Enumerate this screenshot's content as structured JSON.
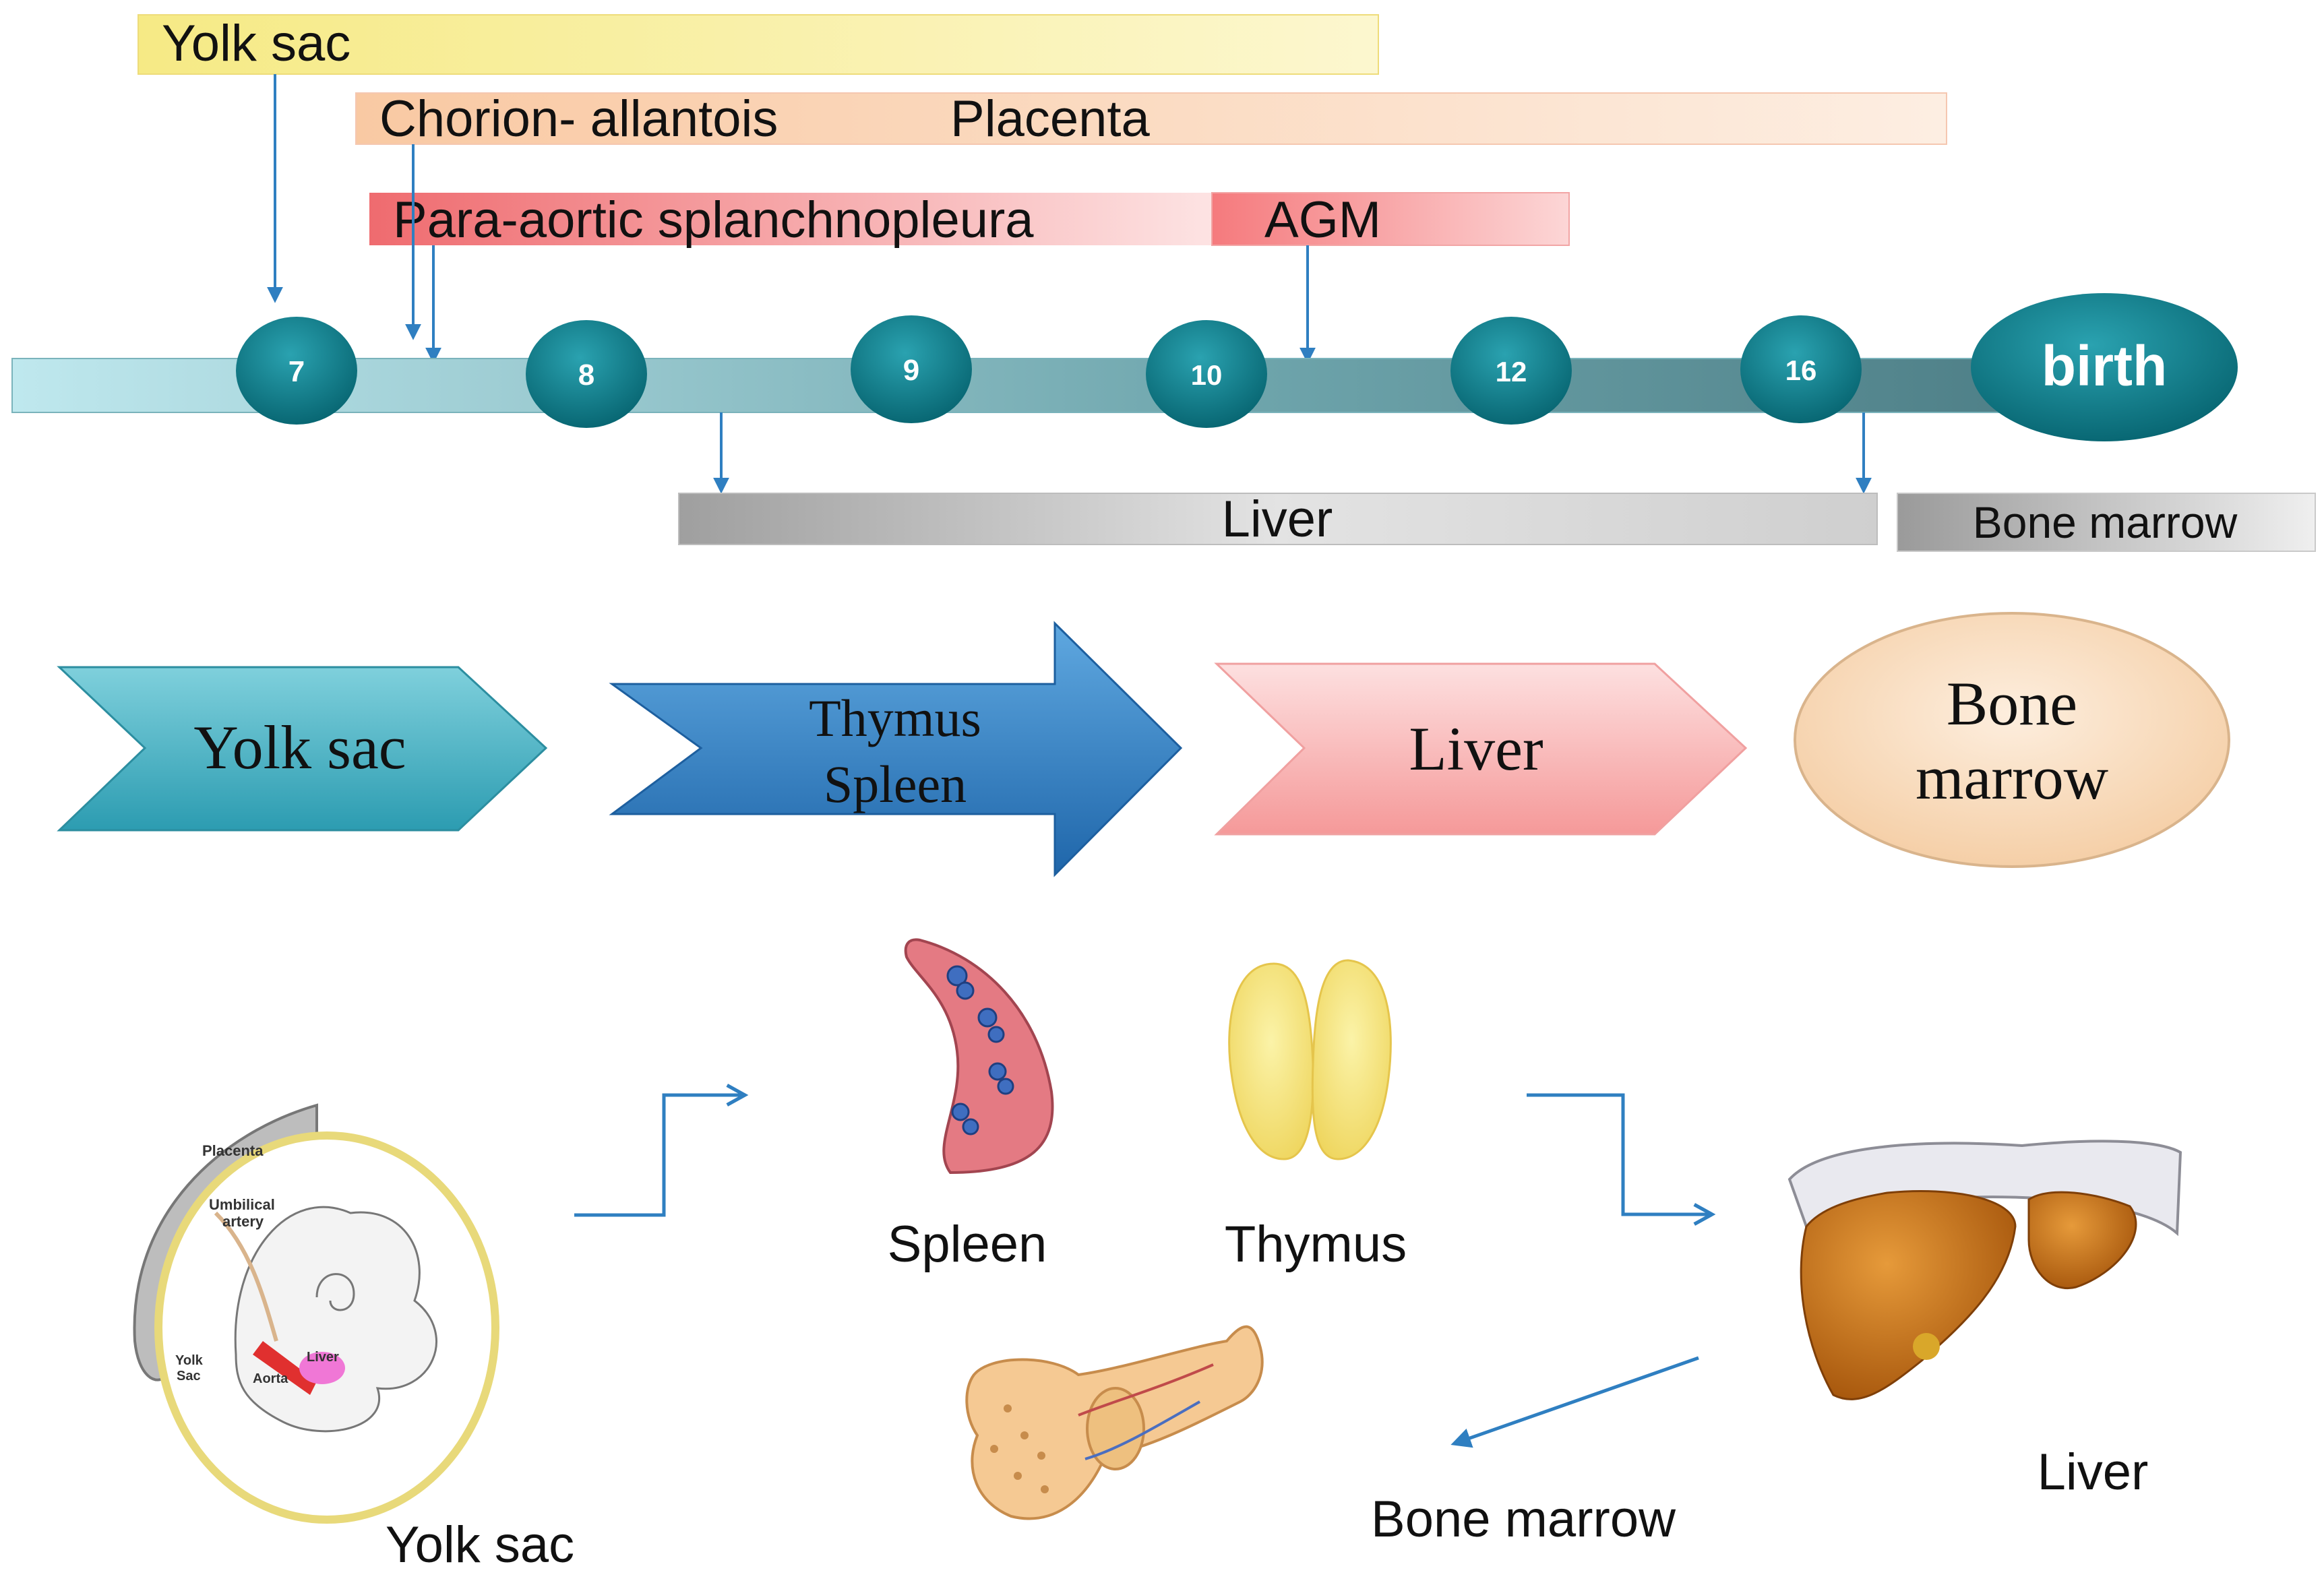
{
  "timeline": {
    "bands": {
      "yolk_sac": "Yolk sac",
      "chorion_allantois": "Chorion- allantois",
      "placenta": "Placenta",
      "para_aortic": "Para-aortic splanchnopleura",
      "agm": "AGM",
      "liver": "Liver",
      "bone_marrow": "Bone marrow"
    },
    "stages": [
      "7",
      "8",
      "9",
      "10",
      "12",
      "16",
      "birth"
    ]
  },
  "sequence": {
    "step1": "Yolk sac",
    "step2_line1": "Thymus",
    "step2_line2": "Spleen",
    "step3": "Liver",
    "step4_line1": "Bone",
    "step4_line2": "marrow"
  },
  "illustrations": {
    "yolk_sac_caption": "Yolk sac",
    "spleen_caption": "Spleen",
    "thymus_caption": "Thymus",
    "liver_caption": "Liver",
    "bone_marrow_caption": "Bone marrow",
    "embryo_labels": {
      "placenta": "Placenta",
      "umbilical": "Umbilical",
      "artery": "artery",
      "yolk": "Yolk",
      "sac": "Sac",
      "aorta": "Aorta",
      "liver": "Liver"
    }
  },
  "colors": {
    "timeline_arrow": "#2f7fc1",
    "stage_node": "#0b7f8e",
    "yolk_band": "#faf2a6",
    "placenta_band": "#fbd9bf",
    "para_band": "#f2787a",
    "liver_band": "#c7c7c7",
    "chevron_teal": "#4fb7c9",
    "chevron_blue": "#2f7fc1",
    "chevron_pink": "#f9b3b3",
    "oval_peach": "#f9dcc0"
  }
}
